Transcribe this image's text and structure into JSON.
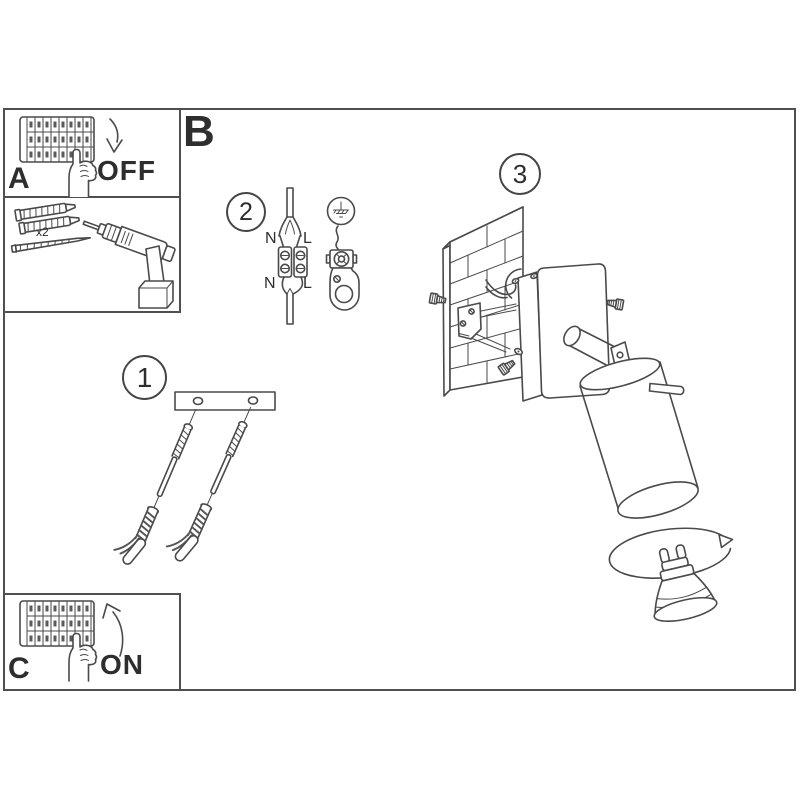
{
  "colors": {
    "background": "#ffffff",
    "line": "#4a4a4a",
    "text": "#2e2e2e"
  },
  "boxes": {
    "a": {
      "label": "A",
      "breaker_action": "OFF"
    },
    "b": {
      "label": "B"
    },
    "c": {
      "label": "C",
      "breaker_action": "ON"
    },
    "tools": {
      "anchor_quantity": "x2"
    }
  },
  "steps": {
    "s1": {
      "number": "1"
    },
    "s2": {
      "number": "2",
      "terminals": {
        "top_left": "N",
        "top_right": "L",
        "bottom_left": "N",
        "bottom_right": "L"
      }
    },
    "s3": {
      "number": "3"
    }
  },
  "icons": {
    "breaker_panel": "circuit-breaker-panel",
    "pressing_hand": "hand-flipping-breaker",
    "off_arrow": "curved-arrow-down",
    "on_arrow": "curved-arrow-up",
    "wall_plug": "expansion-wall-plug",
    "screw": "mounting-screw",
    "drill": "cordless-drill",
    "strap": "mounting-strap",
    "terminal_block": "screw-terminal-block",
    "earth_symbol": "protective-earth-symbol",
    "earth_clamp": "earth-terminal-clamp",
    "brick_wall": "brick-wall-section",
    "canopy": "square-wall-base",
    "shade": "cylindrical-spot-shade",
    "bulb": "gu10-bulb",
    "rotation_arrow": "bulb-rotation-arrow"
  }
}
